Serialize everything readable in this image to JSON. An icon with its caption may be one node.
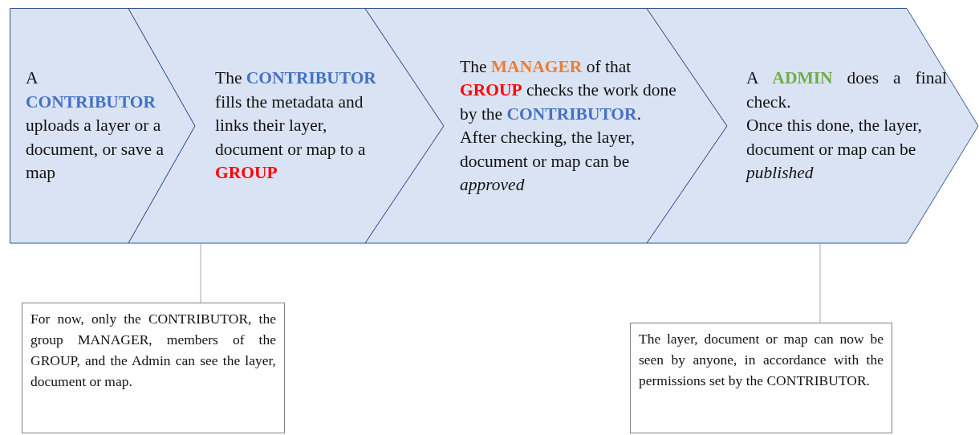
{
  "diagram": {
    "nodes": [
      {
        "text": [
          "A **CONTRIBUTOR** uploads a layer or a document, or save a map"
        ]
      },
      {
        "text": [
          "The **CONTRIBUTOR** fills the metadata and links their layer, document or map to a **GROUP**"
        ]
      },
      {
        "text": [
          "The **MANAGER** of that **GROUP** checks the work done by the **CONTRIBUTOR**.",
          "After checking, the layer, document or map can be *approved*"
        ]
      },
      {
        "text": [
          "A **ADMIN** does a final check.",
          "Once this done, the layer, document or map can be *published*"
        ]
      },
      {
        "text": [
          "For now, only the CONTRIBUTOR, the group MANAGER, members of the GROUP, and the Admin can see the layer, document or map."
        ]
      },
      {
        "text": [
          "The layer, document or map can now be seen by anyone, in accordance with the permissions set by the CONTRIBUTOR."
        ]
      }
    ],
    "edges": [
      {
        "from": 4,
        "to": 1,
        "arrow": "none"
      },
      {
        "from": 5,
        "to": 3,
        "arrow": "none"
      }
    ]
  }
}
